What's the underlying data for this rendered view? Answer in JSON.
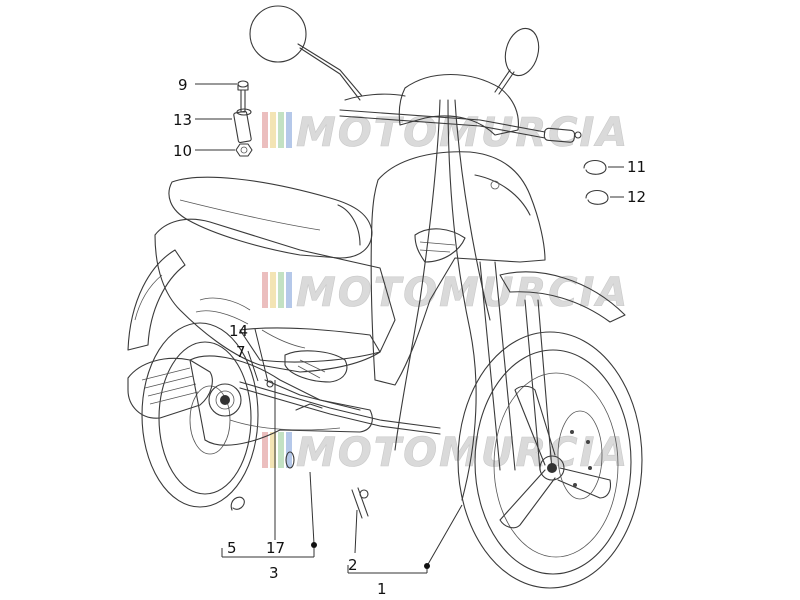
{
  "watermark": {
    "text": "MOTOMURCIA",
    "colors": [
      "#e8b3b3",
      "#f1e0a8",
      "#b9dcb9",
      "#a9bfe6"
    ],
    "text_color": "#d6d6d6"
  },
  "callouts": {
    "c1": "1",
    "c2": "2",
    "c3": "3",
    "c5": "5",
    "c7": "7",
    "c9": "9",
    "c10": "10",
    "c11": "11",
    "c12": "12",
    "c13": "13",
    "c14": "14",
    "c17": "17"
  }
}
